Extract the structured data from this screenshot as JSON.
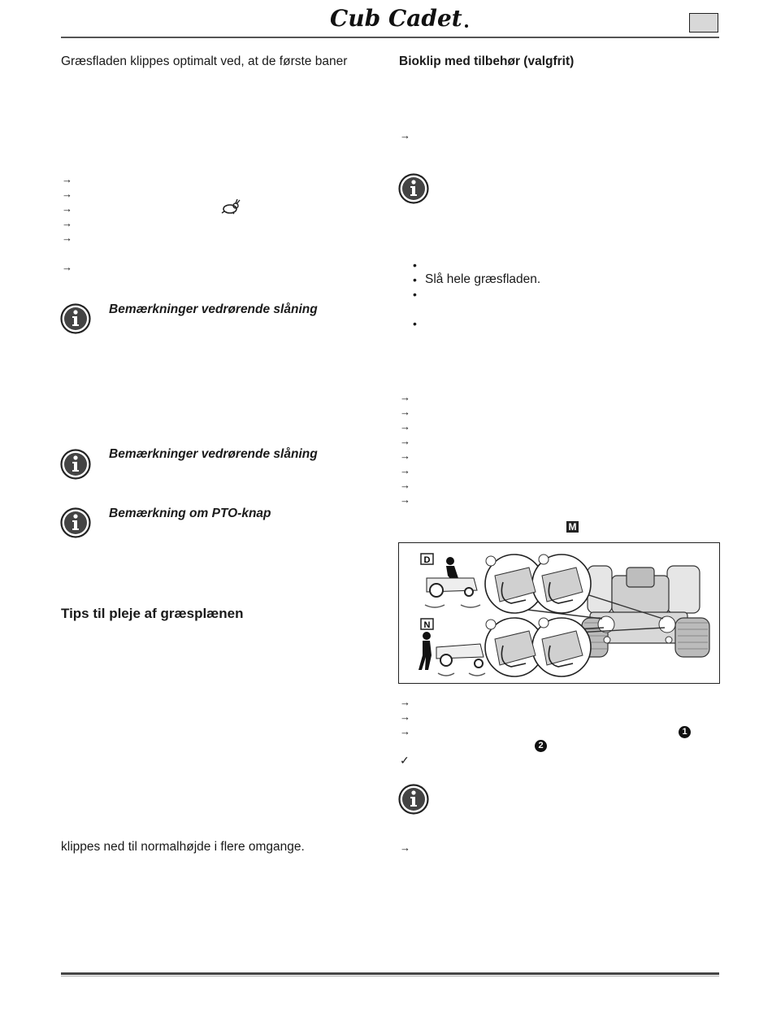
{
  "header": {
    "brand": "Cub Cadet."
  },
  "left": {
    "intro": "Græsfladen klippes optimalt ved, at de første baner",
    "note1_title": "Bemærkninger vedrørende slåning",
    "note2_title": "Bemærkninger vedrørende slåning",
    "note3_title": "Bemærkning om PTO-knap",
    "tips_heading": "Tips til pleje af græsplænen",
    "closing": "klippes ned til normalhøjde i flere omgange."
  },
  "right": {
    "heading": "Bioklip med tilbehør (valgfrit)",
    "bullet_text": "Slå hele græsfladen.",
    "badge_label": "M",
    "figure": {
      "label_d": "D",
      "label_n": "N"
    },
    "num1": "1",
    "num2": "2",
    "check": "✓"
  },
  "icons": {
    "arrow": "→",
    "bullet": "•",
    "info": "info-icon",
    "rabbit": "rabbit-icon"
  }
}
